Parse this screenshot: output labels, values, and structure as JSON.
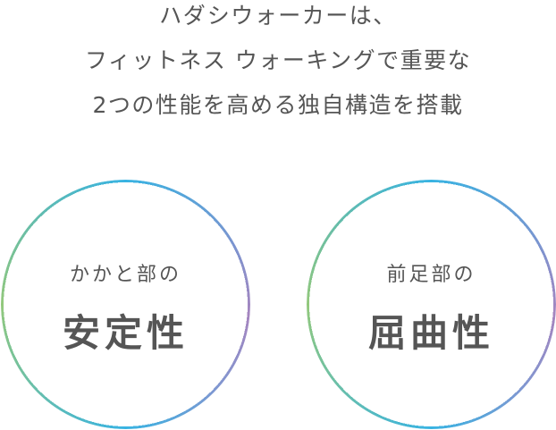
{
  "headline": {
    "lines": [
      "ハダシウォーカーは、",
      "フィットネス ウォーキングで重要な",
      "2つの性能を高める独自構造を搭載"
    ]
  },
  "features": [
    {
      "sub": "かかと部の",
      "main": "安定性"
    },
    {
      "sub": "前足部の",
      "main": "屈曲性"
    }
  ],
  "colors": {
    "text": "#555555",
    "ring_top": "#38b3e2",
    "ring_left": "#92c87c",
    "ring_right": "#a585bf"
  }
}
